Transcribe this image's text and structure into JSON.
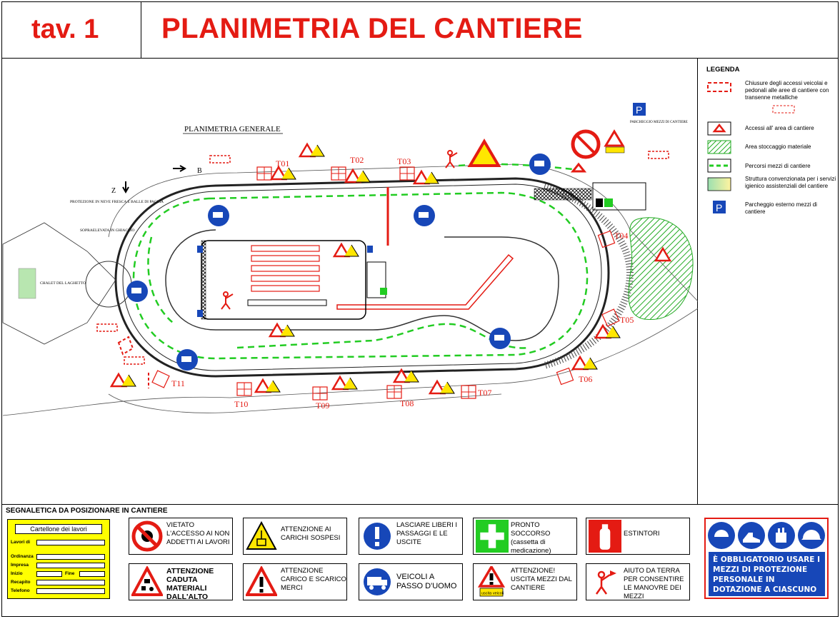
{
  "header": {
    "tav": "tav. 1",
    "title": "PLANIMETRIA DEL CANTIERE"
  },
  "map": {
    "subtitle": "PLANIMETRIA GENERALE",
    "labels": {
      "protezione": "PROTEZIONE IN NEVE FRESCA E BALLE DI PAGLIA",
      "sopraelevata": "SOPRAELEVATA IN GHIACCIO",
      "chalet": "CHALET DEL LAGHETTO",
      "parcheggio": "PARCHEGGIO MEZZI DI CANTIERE",
      "b": "B",
      "z": "Z"
    },
    "towers": [
      "T01",
      "T02",
      "T03",
      "T04",
      "T05",
      "T06",
      "T07",
      "T08",
      "T09",
      "T10",
      "T11"
    ]
  },
  "legend": {
    "title": "LEGENDA",
    "items": [
      "Chiusure degli accessi veicolai e pedonali alle aree di cantiere con transenne metalliche",
      "Accessi all' area di cantiere",
      "Area stoccaggio materiale",
      "Percorsi mezzi di cantiere",
      "Struttura convenzionata per i servizi igienico assistenziali del cantiere",
      "Parcheggio esterno mezzi di cantiere"
    ],
    "parking_letter": "P"
  },
  "signage": {
    "title": "SEGNALETICA DA POSIZIONARE IN CANTIERE",
    "cartello": {
      "title": "Cartellone dei lavori",
      "rows": [
        "Lavori di",
        "Ordinanza",
        "Impresa",
        "Inizio",
        "Recapito",
        "Telefono"
      ],
      "fine": "Fine"
    },
    "signs": [
      "VIETATO L'ACCESSO AI NON ADDETTI AI LAVORI",
      "ATTENZIONE AI CARICHI SOSPESI",
      "LASCIARE LIBERI I PASSAGGI E LE USCITE",
      "PRONTO SOCCORSO (cassetta di medicazione)",
      "ESTINTORI",
      "ATTENZIONE CADUTA MATERIALI DALL'ALTO",
      "ATTENZIONE CARICO E SCARICO MERCI",
      "VEICOLI A PASSO D'UOMO",
      "ATTENZIONE! USCITA MEZZI DAL CANTIERE",
      "AIUTO DA TERRA PER CONSENTIRE LE MANOVRE DEI MEZZI"
    ],
    "uscita_label": "uscita veicoli",
    "obbligatorio": "È OBBLIGATORIO USARE I MEZZI DI PROTEZIONE PERSONALE IN DOTAZIONE A CIASCUNO"
  },
  "colors": {
    "red": "#e41b13",
    "green": "#22cc22",
    "blue": "#1747b8",
    "yellow": "#ffe600"
  }
}
